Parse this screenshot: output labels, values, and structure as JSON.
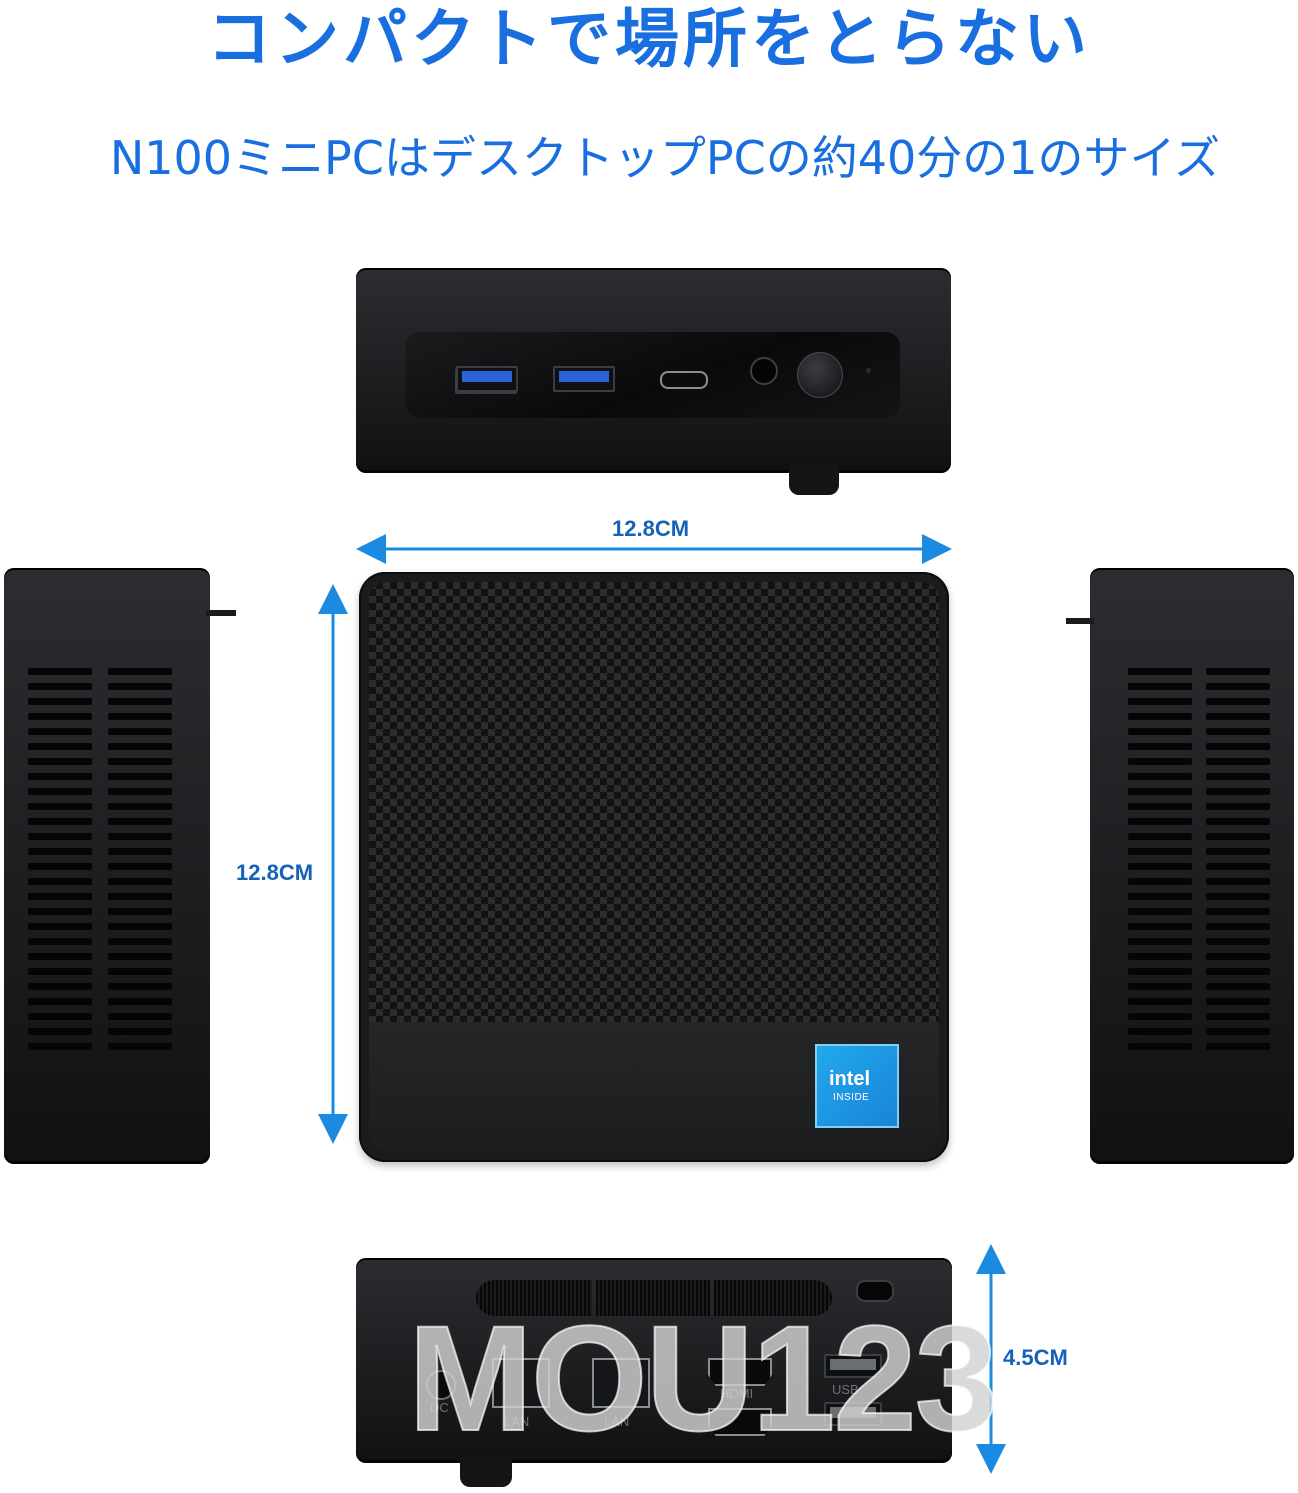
{
  "header": {
    "title": "コンパクトで場所をとらない",
    "subtitle": "N100ミニPCはデスクトップPCの約40分の1のサイズ"
  },
  "dimensions": {
    "width": "12.8CM",
    "depth": "12.8CM",
    "height": "4.5CM"
  },
  "top_device": {
    "label": "intel",
    "sublabel": "INSIDE"
  },
  "rear_ports": {
    "dc": "DC",
    "lan1": "LAN",
    "lan2": "LAN",
    "hdmi": "HDMI",
    "usb": "USB"
  },
  "watermark": "MOU123",
  "colors": {
    "accent": "#1a6fe0",
    "device": "#1b1c1e",
    "intel_badge": "#1a9ae0"
  }
}
